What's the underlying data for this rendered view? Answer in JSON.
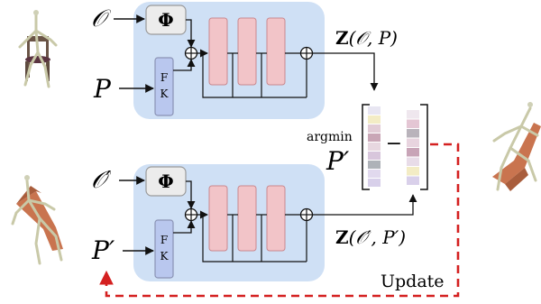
{
  "top_branch": {
    "object_label": "𝒪",
    "pose_label": "P",
    "phi_label": "Φ",
    "fk_top": "F",
    "fk_bottom": "K",
    "output_bold": "Z",
    "output_args": "(𝒪, P)"
  },
  "bottom_branch": {
    "object_label": "𝒪′",
    "pose_label": "P′",
    "phi_label": "Φ",
    "fk_top": "F",
    "fk_bottom": "K",
    "output_bold": "Z",
    "output_args": "(𝒪′, P′)"
  },
  "optimizer": {
    "argmin_label": "argmin",
    "variable_label": "P′",
    "minus": "−"
  },
  "update_label": "Update",
  "colors": {
    "panel": "#cfe0f5",
    "fk_box": "#b9c7ee",
    "phi_box": "#ececec",
    "bar": "#f2c4c8",
    "update_arrow": "#d42020"
  },
  "vector_left": [
    "#e8e6f2",
    "#f3ecc5",
    "#e2ccd6",
    "#c9a6b6",
    "#e7d7e0",
    "#d8c6dc",
    "#aeb2b8",
    "#e1d9ee",
    "#d8d0ea"
  ],
  "vector_right": [
    "#efe7ee",
    "#e4c6d4",
    "#b9b3bb",
    "#e8d4df",
    "#c8a4b7",
    "#e8dce8",
    "#f3ecc5",
    "#d9d0ea"
  ]
}
